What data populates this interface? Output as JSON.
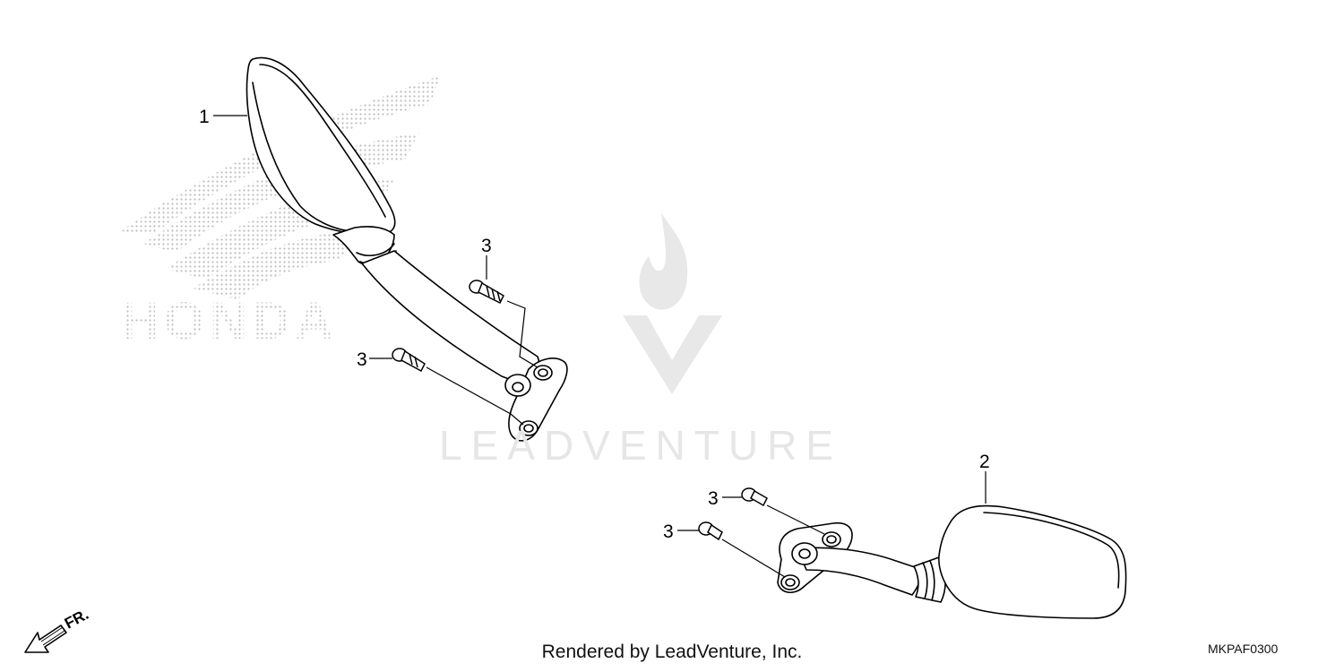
{
  "diagram": {
    "callouts": {
      "mirror_left": "1",
      "mirror_right": "2",
      "bolt": "3"
    },
    "direction_label": "FR.",
    "background_logo_text": "HONDA",
    "watermark_text": "LEADVENTURE",
    "credit": "Rendered by LeadVenture, Inc.",
    "diagram_code": "MKPAF0300"
  },
  "colors": {
    "line": "#000000",
    "logo_dots": "#bdbdbd",
    "watermark": "#e6e6e6"
  }
}
